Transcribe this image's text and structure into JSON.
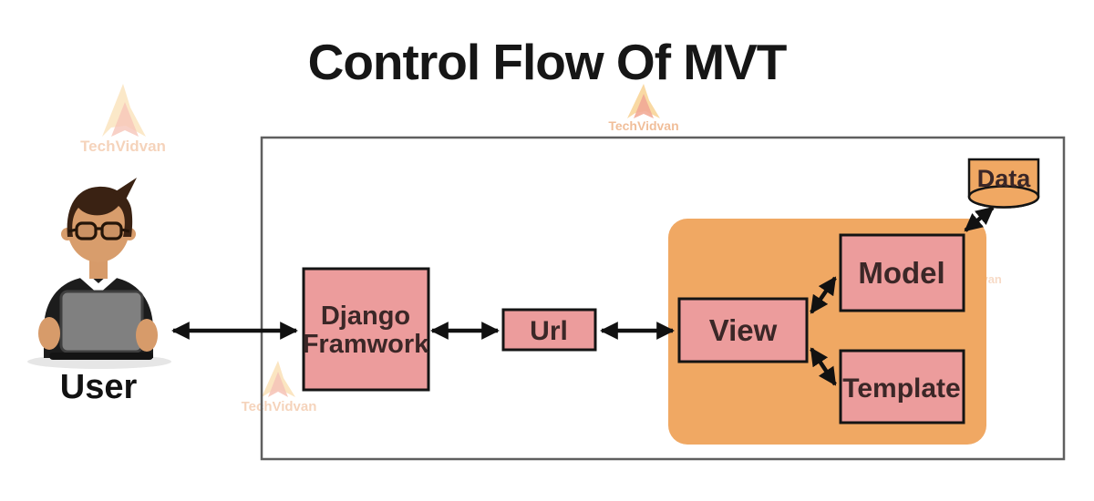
{
  "title": "Control Flow Of MVT",
  "diagram": {
    "user_label": "User",
    "nodes": {
      "django": {
        "label_line1": "Django",
        "label_line2": "Framwork"
      },
      "url": {
        "label": "Url"
      },
      "view": {
        "label": "View"
      },
      "model": {
        "label": "Model"
      },
      "template": {
        "label": "Template"
      },
      "data": {
        "label": "Data"
      }
    },
    "connections": [
      {
        "from": "User",
        "to": "Django Framwork",
        "bidirectional": true
      },
      {
        "from": "Django Framwork",
        "to": "Url",
        "bidirectional": true
      },
      {
        "from": "Url",
        "to": "View",
        "bidirectional": true
      },
      {
        "from": "View",
        "to": "Model",
        "bidirectional": true
      },
      {
        "from": "View",
        "to": "Template",
        "bidirectional": true
      },
      {
        "from": "Model",
        "to": "Data",
        "bidirectional": true
      }
    ],
    "colors": {
      "node_fill": "#ec9c9c",
      "node_border": "#141414",
      "container_fill": "#f0a863",
      "outer_border": "#5f5f5f",
      "arrow": "#111111",
      "node_text": "#3b2727",
      "title_text": "#161616"
    }
  },
  "watermark": {
    "text": "TechVidvan",
    "brand_orange": "#e8821e",
    "brand_red": "#e2441a"
  }
}
